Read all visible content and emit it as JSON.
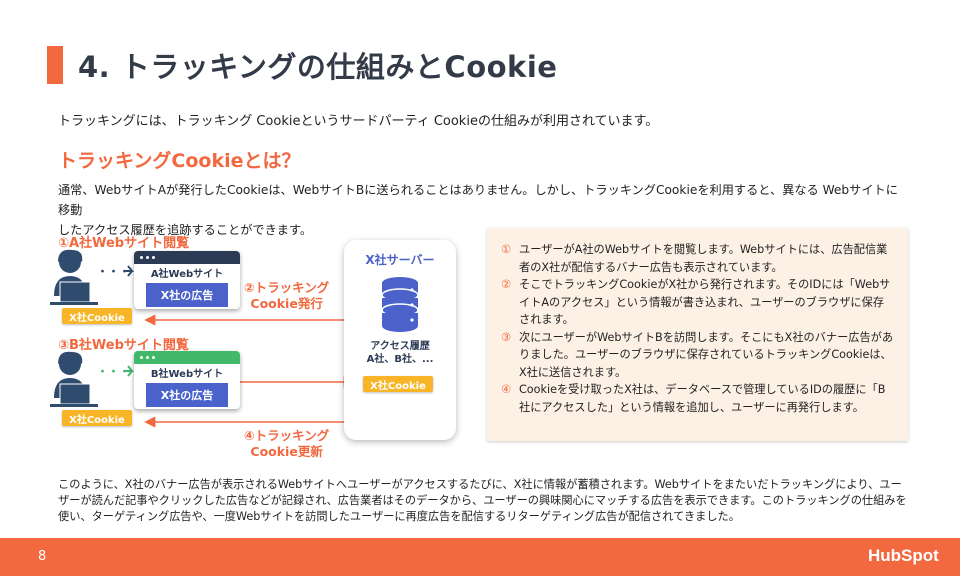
{
  "title": "4. トラッキングの仕組みとCookie",
  "intro": "トラッキングには、トラッキング Cookieというサードパーティ Cookieの仕組みが利用されています。",
  "subhead": "トラッキングCookieとは？",
  "paragraph_line1": "通常、WebサイトAが発行したCookieは、WebサイトBに送られることはありません。しかし、トラッキングCookieを利用すると、異なる Webサイトに移動",
  "paragraph_line2": "したアクセス履歴を追跡することができます。",
  "diagram": {
    "step1": "①A社Webサイト閲覧",
    "step3": "③B社Webサイト閲覧",
    "step2_line1": "②トラッキング",
    "step2_line2": "Cookie発行",
    "step4_line1": "④トラッキング",
    "step4_line2": "Cookie更新",
    "site_a": "A社Webサイト",
    "site_b": "B社Webサイト",
    "ad_label": "X社の広告",
    "cookie_label": "X社Cookie",
    "server_title": "X社サーバー",
    "server_hist_line1": "アクセス履歴",
    "server_hist_line2": "A社、B社、...",
    "dots": "・・・"
  },
  "info": [
    {
      "num": "①",
      "text": "ユーザーがA社のWebサイトを閲覧します。Webサイトには、広告配信業者のX社が配信するバナー広告も表示されています。"
    },
    {
      "num": "②",
      "text": "そこでトラッキングCookieがX社から発行されます。そのIDには「WebサイトAのアクセス」という情報が書き込まれ、ユーザーのブラウザに保存されます。"
    },
    {
      "num": "③",
      "text": "次にユーザーがWebサイトBを訪問します。そこにもX社のバナー広告がありました。ユーザーのブラウザに保存されているトラッキングCookieは、X社に送信されます。"
    },
    {
      "num": "④",
      "text": "Cookieを受け取ったX社は、データベースで管理しているIDの履歴に「B社にアクセスした」という情報を追加し、ユーザーに再発行します。"
    }
  ],
  "bottom_text": "このように、X社のバナー広告が表示されるWebサイトへユーザーがアクセスするたびに、X社に情報が蓄積されます。Webサイトをまたいだトラッキングにより、ユーザーが読んだ記事やクリックした広告などが記録され、広告業者はそのデータから、ユーザーの興味関心にマッチする広告を表示できます。このトラッキングの仕組みを使い、ターゲティング広告や、一度Webサイトを訪問したユーザーに再度広告を配信するリターゲティング広告が配信されてきました。",
  "footer": {
    "page": "8",
    "logo": "HubSpot"
  },
  "colors": {
    "accent": "#f2683f",
    "user": "#2f4b6e",
    "ad": "#4a62c9",
    "cookie": "#f7b527",
    "bar_a": "#2b3a55",
    "bar_b": "#41b86a"
  }
}
